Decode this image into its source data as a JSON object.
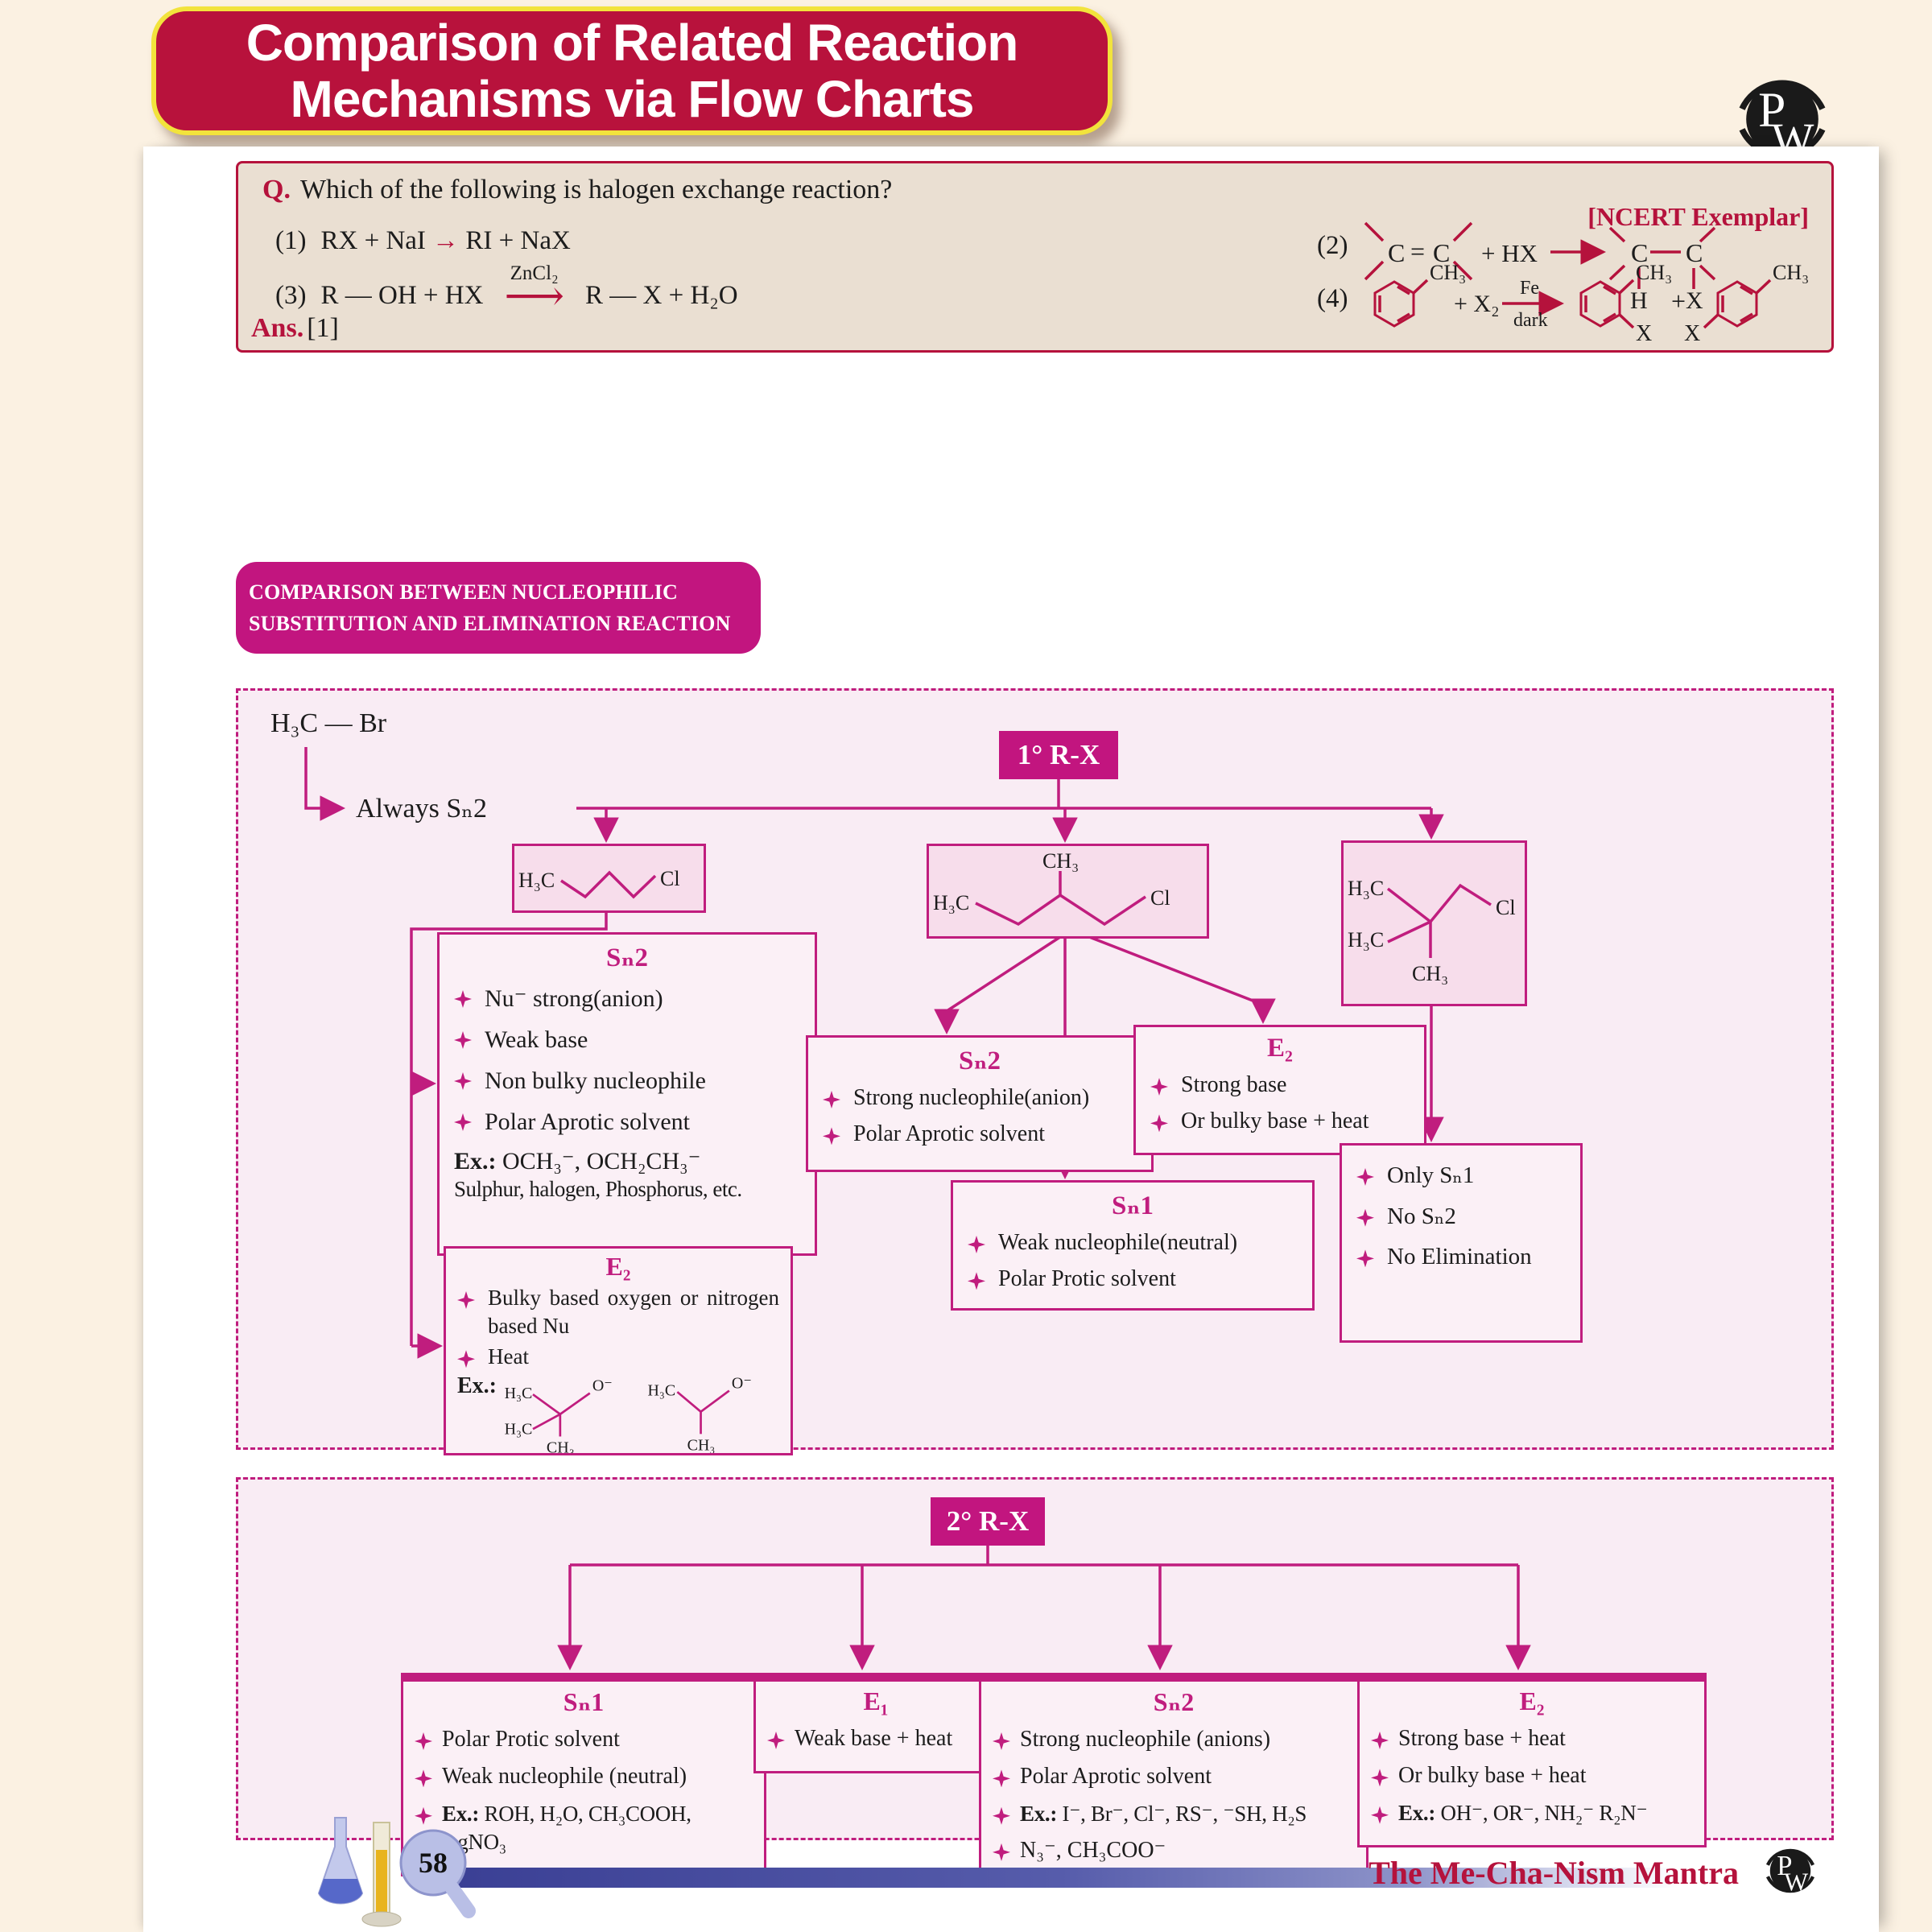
{
  "colors": {
    "crimson": "#b5123c",
    "magenta": "#c2157f",
    "yellow_border": "#f2e33c",
    "beige": "#eadfd2",
    "flow_bg": "#f9ecf4"
  },
  "icons": {
    "bullet": "four-pointed-star",
    "logo": "pw-monogram"
  },
  "brand": {
    "p": "P",
    "w": "W"
  },
  "header": {
    "title_line1": "Comparison of Related Reaction",
    "title_line2": "Mechanisms via Flow Charts"
  },
  "question": {
    "label": "Q.",
    "text": "Which of the following is halogen exchange reaction?",
    "source": "[NCERT Exemplar]",
    "ans_label": "Ans.",
    "ans": "[1]",
    "opt1": {
      "num": "(1)",
      "pre": "RX + NaI",
      "arrow": "→",
      "post": "RI + NaX"
    },
    "opt2": {
      "num": "(2)",
      "c": "C",
      "eq": "=",
      "plus_hx": "+ HX",
      "h": "H",
      "x": "X"
    },
    "opt3": {
      "num": "(3)",
      "pre": "R — OH + HX",
      "cat": "ZnCl₂",
      "arrow": "⟶",
      "post": "R — X + H₂O"
    },
    "opt4": {
      "num": "(4)",
      "ch3": "CH₃",
      "plus_x2": "+ X₂",
      "fe": "Fe",
      "dark": "dark",
      "plus": "+",
      "x": "X"
    }
  },
  "banner": {
    "line1": "COMPARISON BETWEEN NUCLEOPHILIC",
    "line2": "SUBSTITUTION AND ELIMINATION REACTION"
  },
  "flow1": {
    "methyl": "H₃C — Br",
    "always": "Always Sₙ2",
    "root": "1° R-X",
    "labels": {
      "h3c": "H₃C",
      "ch3": "CH₃",
      "cl": "Cl",
      "o_minus": "O⁻",
      "comma": ","
    },
    "sn2_left": {
      "title": "Sₙ2",
      "items": [
        "Nu⁻ strong(anion)",
        "Weak base",
        "Non bulky nucleophile",
        "Polar Aprotic solvent"
      ],
      "ex_label": "Ex.:",
      "ex": "OCH₃⁻, OCH₂CH₃⁻",
      "ex2": "Sulphur, halogen, Phosphorus, etc."
    },
    "e2_left": {
      "title": "E₂",
      "items": [
        "Bulky based oxygen or nitrogen based Nu",
        "Heat"
      ],
      "ex_label": "Ex.:"
    },
    "sn2_mid": {
      "title": "Sₙ2",
      "items": [
        "Strong nucleophile(anion)",
        "Polar Aprotic solvent"
      ]
    },
    "e2_mid": {
      "title": "E₂",
      "items": [
        "Strong base",
        "Or bulky base + heat"
      ]
    },
    "sn1_mid": {
      "title": "Sₙ1",
      "items": [
        "Weak nucleophile(neutral)",
        "Polar Protic solvent"
      ]
    },
    "tertiary": {
      "items": [
        "Only Sₙ1",
        "No Sₙ2",
        "No Elimination"
      ]
    }
  },
  "flow2": {
    "root": "2° R-X",
    "sn1": {
      "title": "Sₙ1",
      "items": [
        "Polar Protic solvent",
        "Weak nucleophile (neutral)"
      ],
      "ex_label": "Ex.:",
      "ex": "ROH, H₂O, CH₃COOH, AgNO₃"
    },
    "e1": {
      "title": "E₁",
      "items": [
        "Weak base + heat"
      ]
    },
    "sn2": {
      "title": "Sₙ2",
      "items": [
        "Strong nucleophile (anions)",
        "Polar Aprotic solvent"
      ],
      "ex_label": "Ex.:",
      "ex": "I⁻, Br⁻, Cl⁻, RS⁻, ⁻SH, H₂S",
      "last": "N₃⁻, CH₃COO⁻"
    },
    "e2": {
      "title": "E₂",
      "items": [
        "Strong base + heat",
        "Or bulky base + heat"
      ],
      "ex_label": "Ex.:",
      "ex": "OH⁻, OR⁻, NH₂⁻ R₂N⁻"
    }
  },
  "footer": {
    "page": "58",
    "tagline": "The Me-Cha-Nism Mantra"
  }
}
